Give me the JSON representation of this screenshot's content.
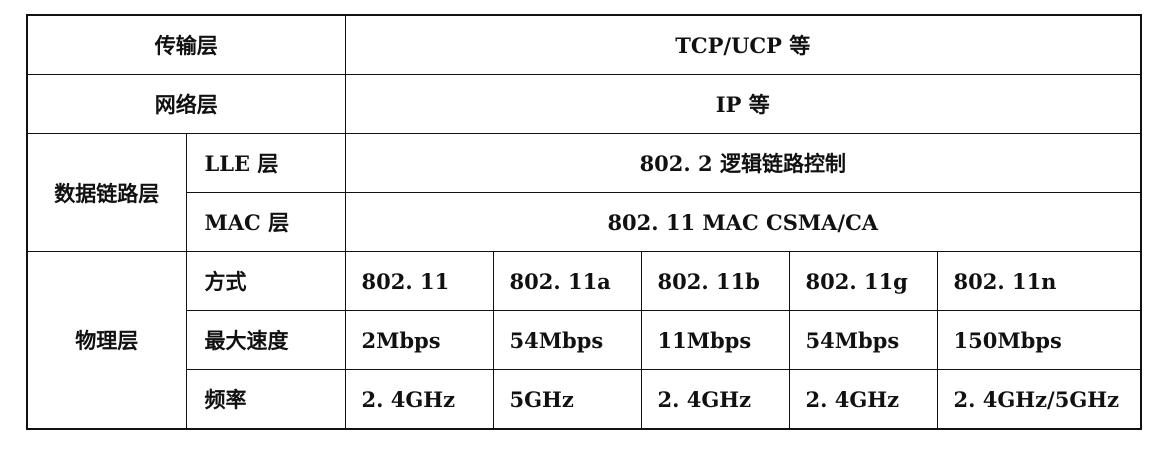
{
  "transport": {
    "label": "传输层",
    "value": "TCP/UCP 等"
  },
  "network": {
    "label": "网络层",
    "value": "IP 等"
  },
  "datalink": {
    "label": "数据链路层",
    "lle_label": "LLE 层",
    "lle_value": "802. 2 逻辑链路控制",
    "mac_label": "MAC 层",
    "mac_value": "802. 11 MAC CSMA/CA"
  },
  "physical": {
    "label": "物理层",
    "rows": [
      {
        "label": "方式",
        "cells": [
          "802. 11",
          "802. 11a",
          "802. 11b",
          "802. 11g",
          "802. 11n"
        ]
      },
      {
        "label": "最大速度",
        "cells": [
          "2Mbps",
          "54Mbps",
          "11Mbps",
          "54Mbps",
          "150Mbps"
        ]
      },
      {
        "label": "频率",
        "cells": [
          "2. 4GHz",
          "5GHz",
          "2. 4GHz",
          "2. 4GHz",
          "2. 4GHz/5GHz"
        ]
      }
    ]
  }
}
